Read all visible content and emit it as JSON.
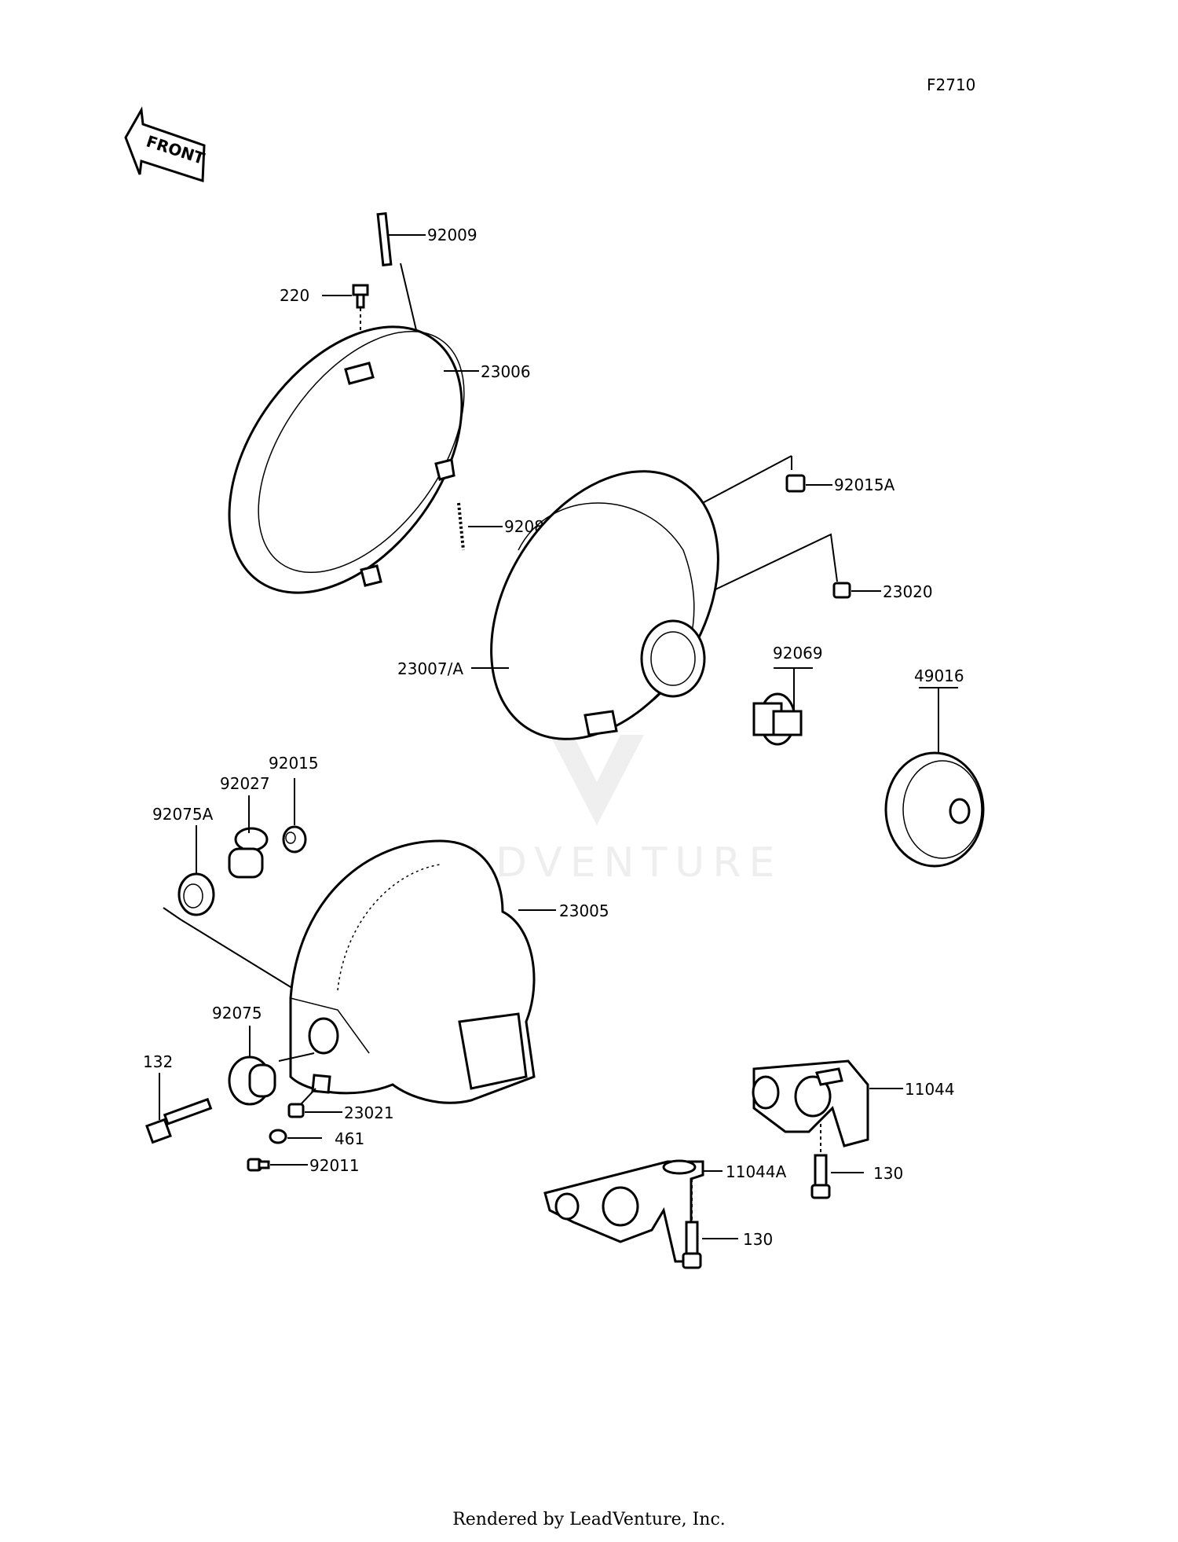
{
  "diagram_id": "F2710",
  "front_label": "FRONT",
  "watermark": "LEADVENTURE",
  "footer": "Rendered by LeadVenture, Inc.",
  "callouts": [
    {
      "id": "92009",
      "label": "92009"
    },
    {
      "id": "220",
      "label": "220"
    },
    {
      "id": "23006",
      "label": "23006"
    },
    {
      "id": "92081",
      "label": "92081"
    },
    {
      "id": "92015A",
      "label": "92015A"
    },
    {
      "id": "23020",
      "label": "23020"
    },
    {
      "id": "23007A",
      "label": "23007/A"
    },
    {
      "id": "92069",
      "label": "92069"
    },
    {
      "id": "49016",
      "label": "49016"
    },
    {
      "id": "92015",
      "label": "92015"
    },
    {
      "id": "92027",
      "label": "92027"
    },
    {
      "id": "92075A",
      "label": "92075A"
    },
    {
      "id": "23005",
      "label": "23005"
    },
    {
      "id": "92075",
      "label": "92075"
    },
    {
      "id": "132",
      "label": "132"
    },
    {
      "id": "23021",
      "label": "23021"
    },
    {
      "id": "461",
      "label": "461"
    },
    {
      "id": "92011",
      "label": "92011"
    },
    {
      "id": "11044",
      "label": "11044"
    },
    {
      "id": "130a",
      "label": "130"
    },
    {
      "id": "11044A",
      "label": "11044A"
    },
    {
      "id": "130b",
      "label": "130"
    }
  ]
}
